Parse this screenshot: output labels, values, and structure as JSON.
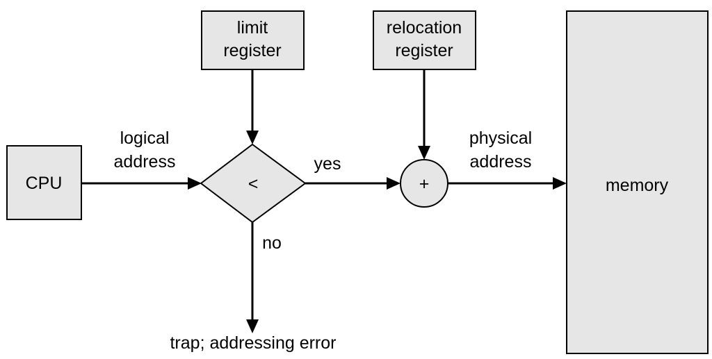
{
  "nodes": {
    "cpu": "CPU",
    "limit_register": [
      "limit",
      "register"
    ],
    "relocation_register": [
      "relocation",
      "register"
    ],
    "compare": "<",
    "adder": "+",
    "memory": "memory"
  },
  "edges": {
    "logical_address": [
      "logical",
      "address"
    ],
    "physical_address": [
      "physical",
      "address"
    ],
    "yes": "yes",
    "no": "no",
    "trap": "trap; addressing error"
  }
}
